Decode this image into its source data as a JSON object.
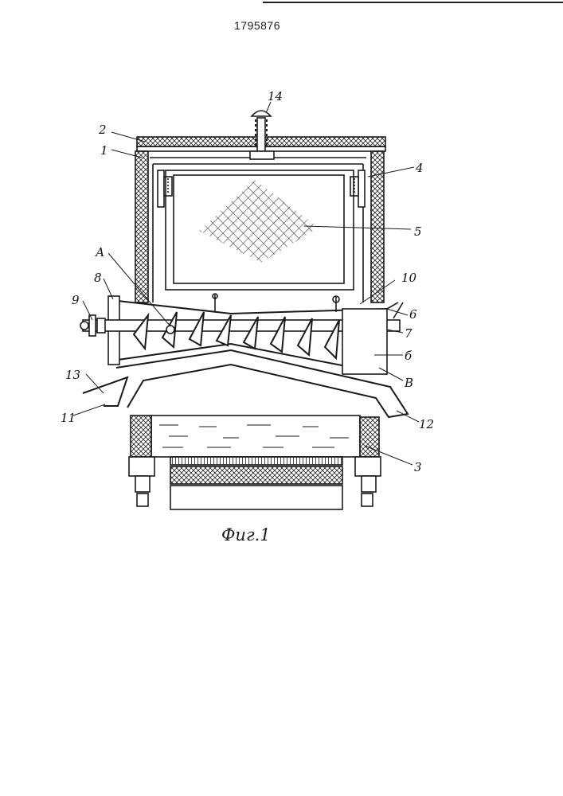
{
  "document": {
    "patent_number": "1795876",
    "figure_caption": "Фиг.1"
  },
  "callouts": {
    "c1": "1",
    "c2": "2",
    "c3": "3",
    "c4": "4",
    "c5": "5",
    "c6a": "6",
    "c6b": "б",
    "c7": "7",
    "c8": "8",
    "c9": "9",
    "c10": "10",
    "c11": "11",
    "c12": "12",
    "c13": "13",
    "c14": "14",
    "cA": "А",
    "cB": "В"
  },
  "colors": {
    "ink": "#1a1a1a",
    "paper": "#ffffff"
  }
}
